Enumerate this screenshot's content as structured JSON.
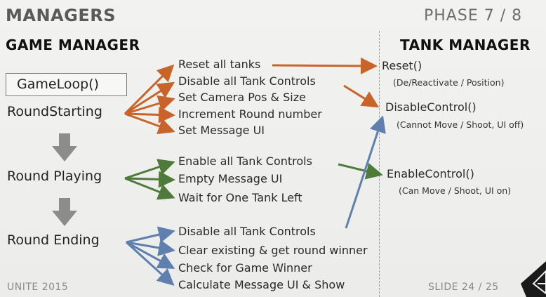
{
  "slide": {
    "title": "MANAGERS",
    "phase": "PHASE 7 / 8",
    "event": "UNITE 2015",
    "slide_number": "SLIDE 24 / 25"
  },
  "game_manager": {
    "heading": "GAME MANAGER",
    "gameloop": "GameLoop()",
    "states": [
      {
        "label": "RoundStarting",
        "actions": [
          "Reset all tanks",
          "Disable all Tank Controls",
          "Set Camera Pos & Size",
          "Increment Round number",
          "Set Message UI"
        ]
      },
      {
        "label": "Round Playing",
        "actions": [
          "Enable all Tank Controls",
          "Empty Message UI",
          "Wait for One Tank Left"
        ]
      },
      {
        "label": "Round Ending",
        "actions": [
          "Disable all Tank Controls",
          "Clear existing & get round winner",
          "Check for Game Winner",
          "Calculate Message UI & Show"
        ]
      }
    ]
  },
  "tank_manager": {
    "heading": "TANK MANAGER",
    "methods": [
      {
        "name": "Reset()",
        "note": "(De/Reactivate / Position)"
      },
      {
        "name": "DisableControl()",
        "note": "(Cannot Move / Shoot, UI off)"
      },
      {
        "name": "EnableControl()",
        "note": "(Can Move / Shoot, UI on)"
      }
    ]
  },
  "colors": {
    "starting_arrow": "#c8642a",
    "playing_arrow": "#4e7a3a",
    "ending_arrow": "#5f7fae",
    "step_arrow": "#8c8c8c"
  },
  "icons": {
    "step_arrow": "down-arrow-icon",
    "corner": "unity-logo-icon"
  }
}
